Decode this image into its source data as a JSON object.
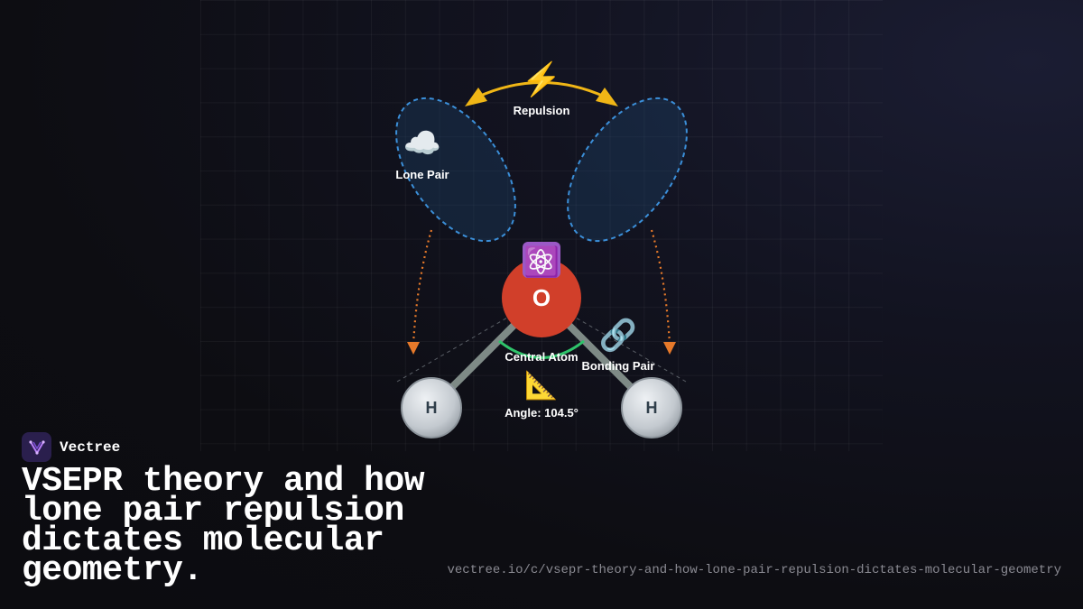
{
  "diagram": {
    "repulsion_icon": "⚡",
    "repulsion_label": "Repulsion",
    "lone_pair_icon": "☁️",
    "lone_pair_label": "Lone Pair",
    "central_icon": "⚛️",
    "central_atom_symbol": "O",
    "central_atom_label": "Central Atom",
    "bond_icon": "🔗",
    "bonding_pair_label": "Bonding Pair",
    "angle_icon": "📐",
    "angle_label": "Angle: 104.5°",
    "hydrogen_left_symbol": "H",
    "hydrogen_right_symbol": "H",
    "colors": {
      "oxygen": "#d13f2a",
      "lone_pair_stroke": "#3b8fd9",
      "repulsion_arrow": "#f0b616",
      "dotted_arrow": "#e6792a",
      "angle_arc": "#2fc46b",
      "hydrogen": "#c8cdd2"
    }
  },
  "brand": {
    "name": "Vectree",
    "logo_icon": "vectree-logo"
  },
  "headline": "VSEPR theory and how lone pair repulsion dictates molecular geometry.",
  "url": "vectree.io/c/vsepr-theory-and-how-lone-pair-repulsion-dictates-molecular-geometry"
}
